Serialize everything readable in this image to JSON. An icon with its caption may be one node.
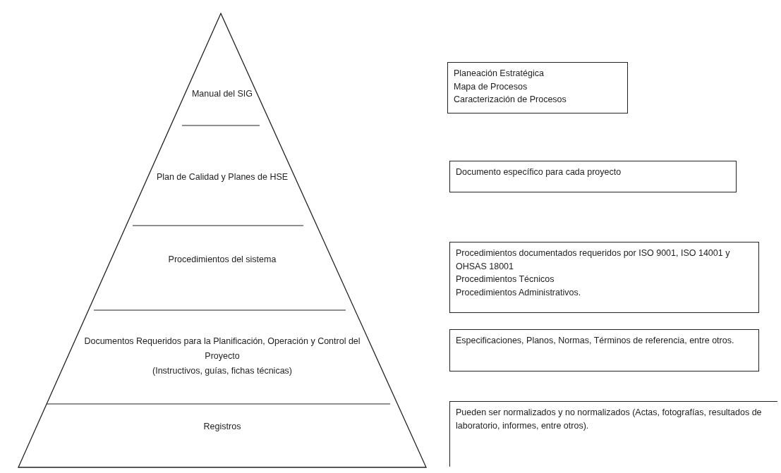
{
  "diagram": {
    "nodes": [
      {
        "text": [],
        "shape": "triangle"
      },
      {
        "text": [
          "Manual del SIG"
        ],
        "in": 0
      },
      {
        "text": [
          "Plan de Calidad y Planes de HSE"
        ],
        "in": 0
      },
      {
        "text": [
          "Procedimientos del sistema"
        ],
        "in": 0
      },
      {
        "text": [
          "Documentos Requeridos para la Planificación, Operación y Control del Proyecto",
          "(Instructivos, guías, fichas técnicas)"
        ],
        "in": 0
      },
      {
        "text": [
          "Registros"
        ],
        "in": 0
      },
      {
        "text": [
          "Planeación Estratégica",
          "Mapa de Procesos",
          "Caracterización de Procesos"
        ]
      },
      {
        "text": [
          "Documento específico para cada proyecto"
        ]
      },
      {
        "text": [
          "Procedimientos documentados requeridos por ISO 9001, ISO 14001 y OHSAS 18001",
          "Procedimientos Técnicos",
          "Procedimientos Administrativos."
        ]
      },
      {
        "text": [
          "Especificaciones, Planos, Normas, Términos de referencia, entre otros."
        ]
      },
      {
        "text": [
          "Pueden ser normalizados y no normalizados (Actas, fotografías, resultados de laboratorio, informes, entre otros)."
        ]
      }
    ]
  }
}
